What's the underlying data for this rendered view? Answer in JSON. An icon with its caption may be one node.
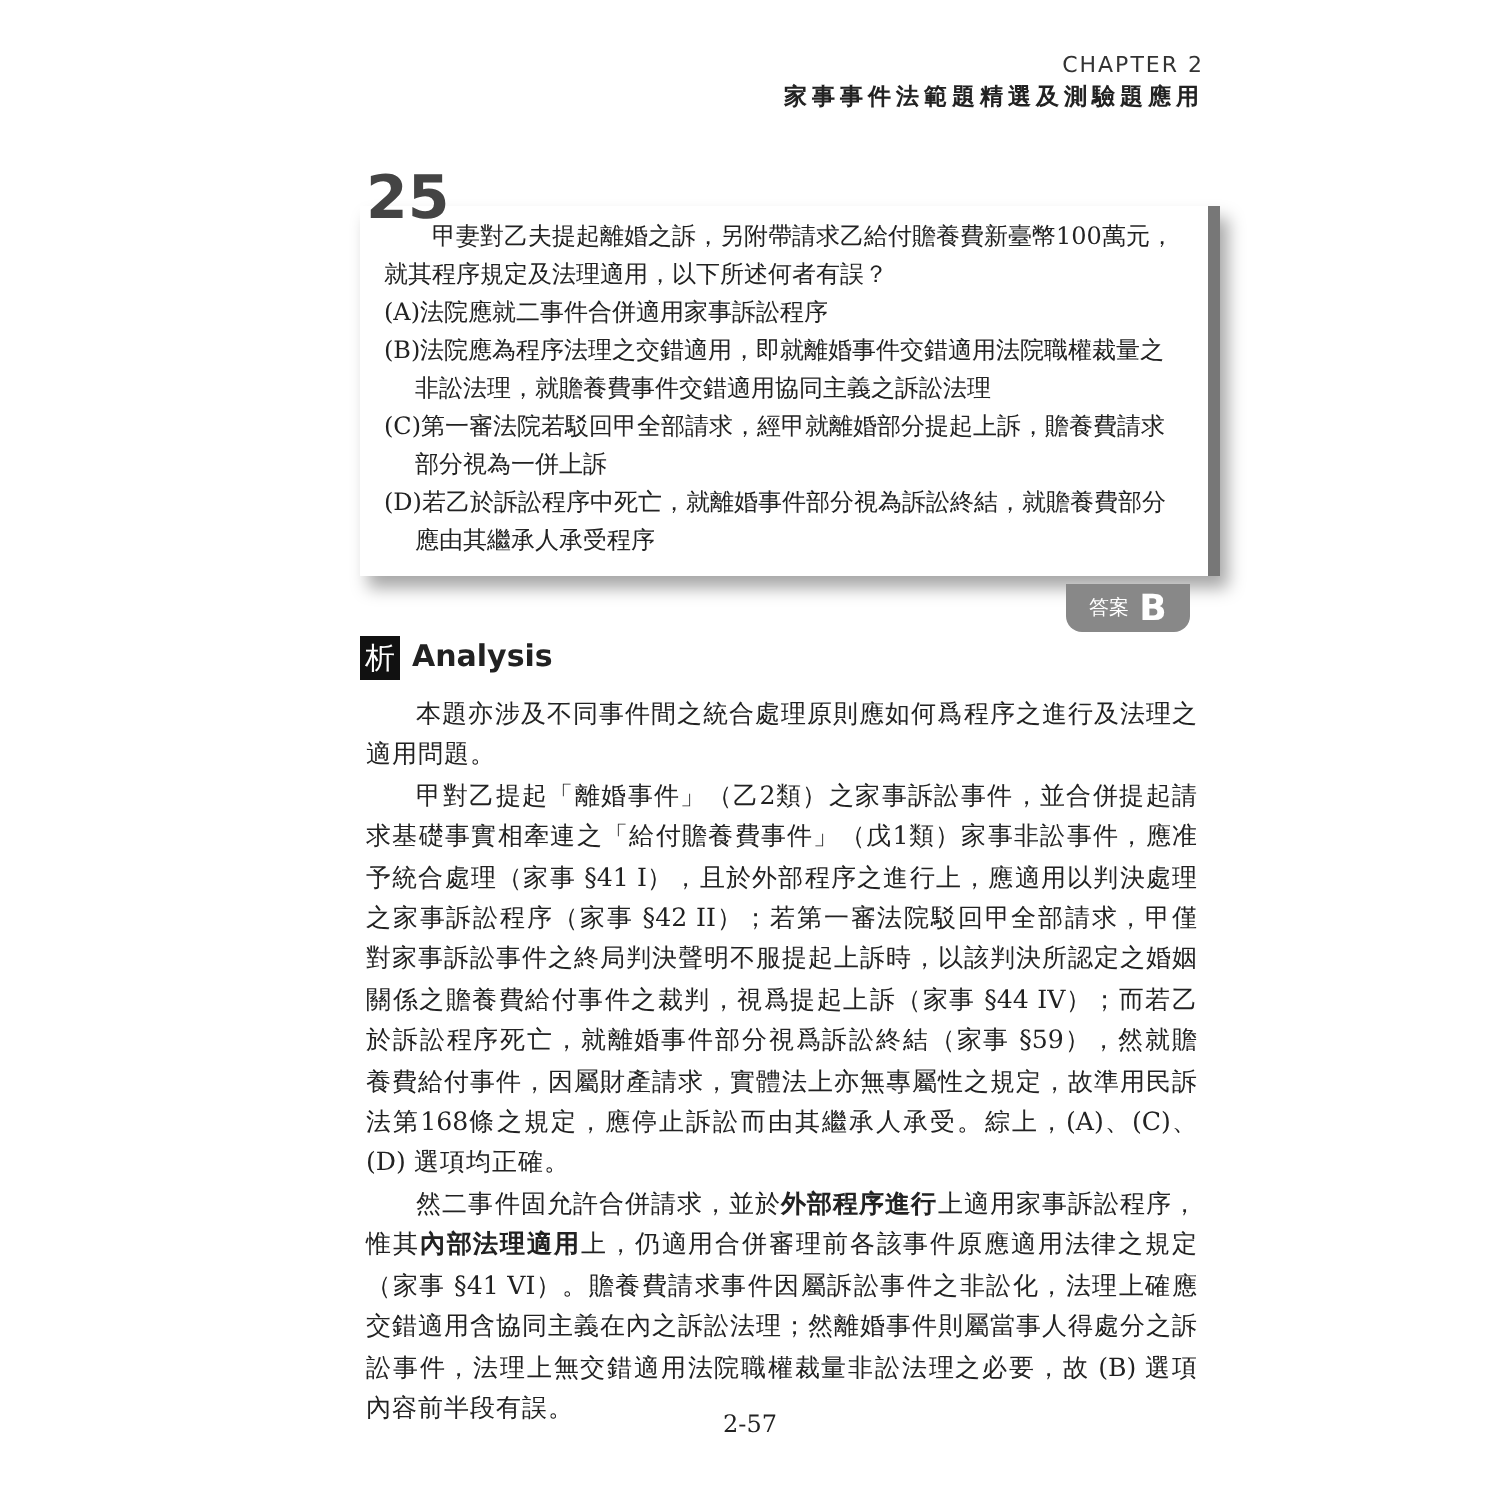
{
  "diagram": {
    "nodes": [
      {
        "text": [
          "甲妻對乙夫提起離婚之訴，另附帶請求乙給付贍養費新臺幣100萬元，就其程序規定及法理適用，以下所述何者有誤？",
          "(A)法院應就二事件合併適用家事訴訟程序",
          "(B)法院應為程序法理之交錯適用，即就離婚事件交錯適用法院職權裁量之非訟法理，就贍養費事件交錯適用協同主義之訴訟法理",
          "(C)第一審法院若駁回甲全部請求，經甲就離婚部分提起上訴，贍養費請求部分視為一併上訴",
          "(D)若乙於訴訟程序中死亡，就離婚事件部分視為訴訟終結，就贍養費部分應由其繼承人承受程序"
        ],
        "beside": [
          "25"
        ]
      },
      {
        "text": [
          "答案",
          "B"
        ]
      },
      {
        "text": [
          "析"
        ]
      }
    ],
    "labels": [
      "CHAPTER 2",
      "家事事件法範題精選及測驗題應用",
      "Analysis",
      "本題亦涉及不同事件間之統合處理原則應如何爲程序之進行及法理之適用問題。",
      "甲對乙提起「離婚事件」（乙2類）之家事訴訟事件，並合併提起請求基礎事實相牽連之「給付贍養費事件」（戊1類）家事非訟事件，應准予統合處理（家事 §41 I），且於外部程序之進行上，應適用以判決處理之家事訴訟程序（家事 §42 II）；若第一審法院駁回甲全部請求，甲僅對家事訴訟事件之終局判決聲明不服提起上訴時，以該判決所認定之婚姻關係之贍養費給付事件之裁判，視爲提起上訴（家事 §44 IV）；而若乙於訴訟程序死亡，就離婚事件部分視爲訴訟終結（家事 §59），然就贍養費給付事件，因屬財產請求，實體法上亦無專屬性之規定，故準用民訴法第168條之規定，應停止訴訟而由其繼承人承受。綜上，(A)、(C)、(D) 選項均正確。",
      "然二事件固允許合併請求，並於**外部程序進行**上適用家事訴訟程序，惟其**內部法理適用**上，仍適用合併審理前各該事件原應適用法律之規定（家事 §41 VI）。贍養費請求事件因屬訴訟事件之非訟化，法理上確應交錯適用含協同主義在內之訴訟法理；然離婚事件則屬當事人得處分之訴訟事件，法理上無交錯適用法院職權裁量非訟法理之必要，故 (B) 選項內容前半段有誤。",
      "2-57"
    ]
  }
}
